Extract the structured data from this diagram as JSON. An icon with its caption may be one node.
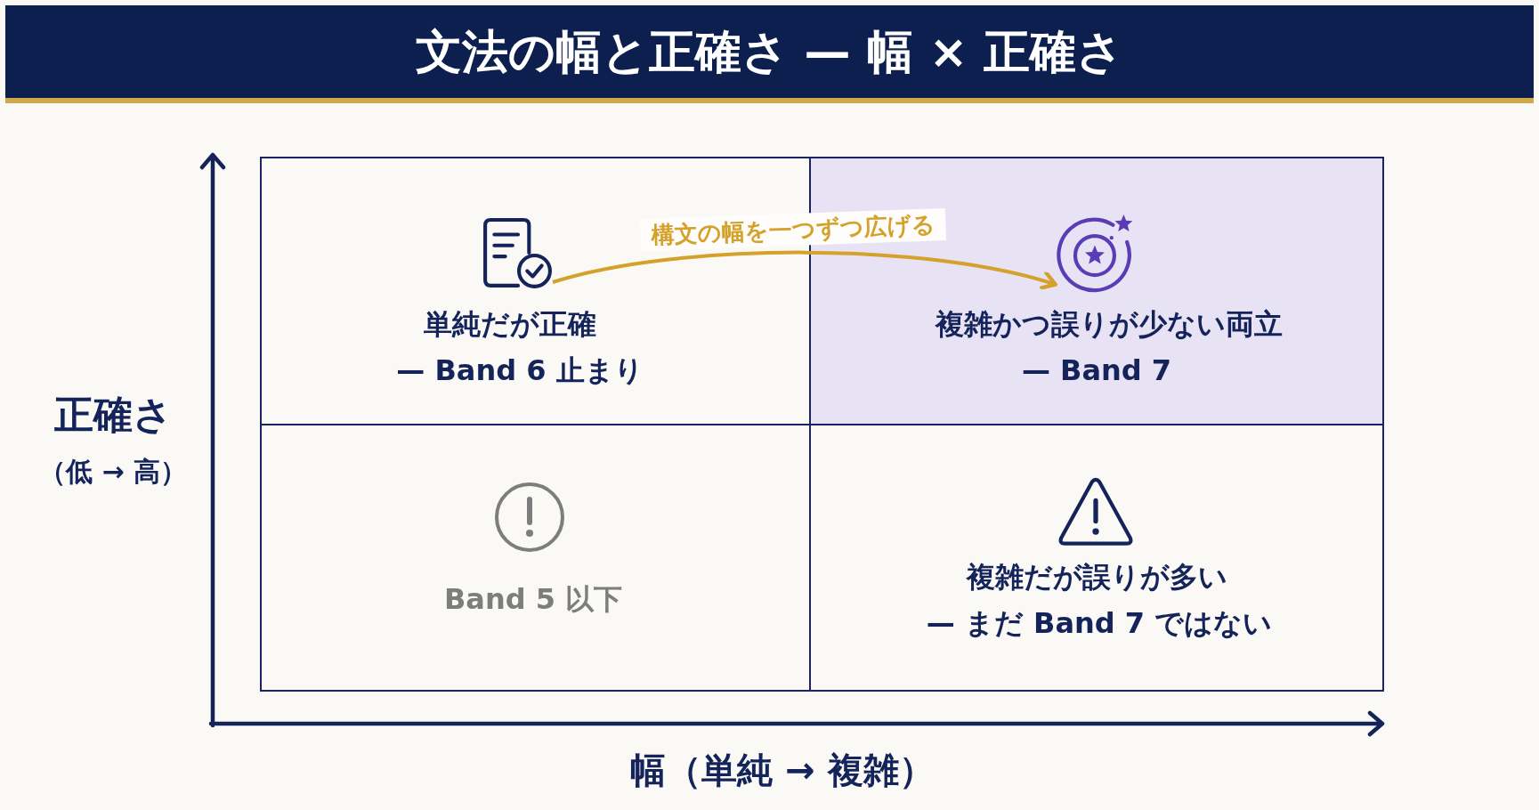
{
  "diagram": {
    "title": "文法の幅と正確さ — 幅 × 正確さ",
    "nodes": [
      {
        "text": [
          "単純だが正確",
          "— Band 6 止まり"
        ]
      },
      {
        "text": [],
        "shape": "picture",
        "in": 0
      },
      {
        "text": [
          "複雑かつ誤りが少ない両立",
          "— Band 7"
        ]
      },
      {
        "text": [],
        "shape": "picture",
        "in": 2
      },
      {
        "text": [
          "Band 5 以下"
        ]
      },
      {
        "text": [
          "複雑だが誤りが多い",
          "— まだ Band 7 ではない"
        ]
      }
    ],
    "edges": [
      {
        "from": 1,
        "to": 3,
        "arrow": "to",
        "label": "構文の幅を一つずつ広げる",
        "color": "#d4a12a"
      }
    ],
    "labels": [
      "正確さ",
      "（低 → 高）",
      "幅（単純 → 複雑）"
    ]
  }
}
